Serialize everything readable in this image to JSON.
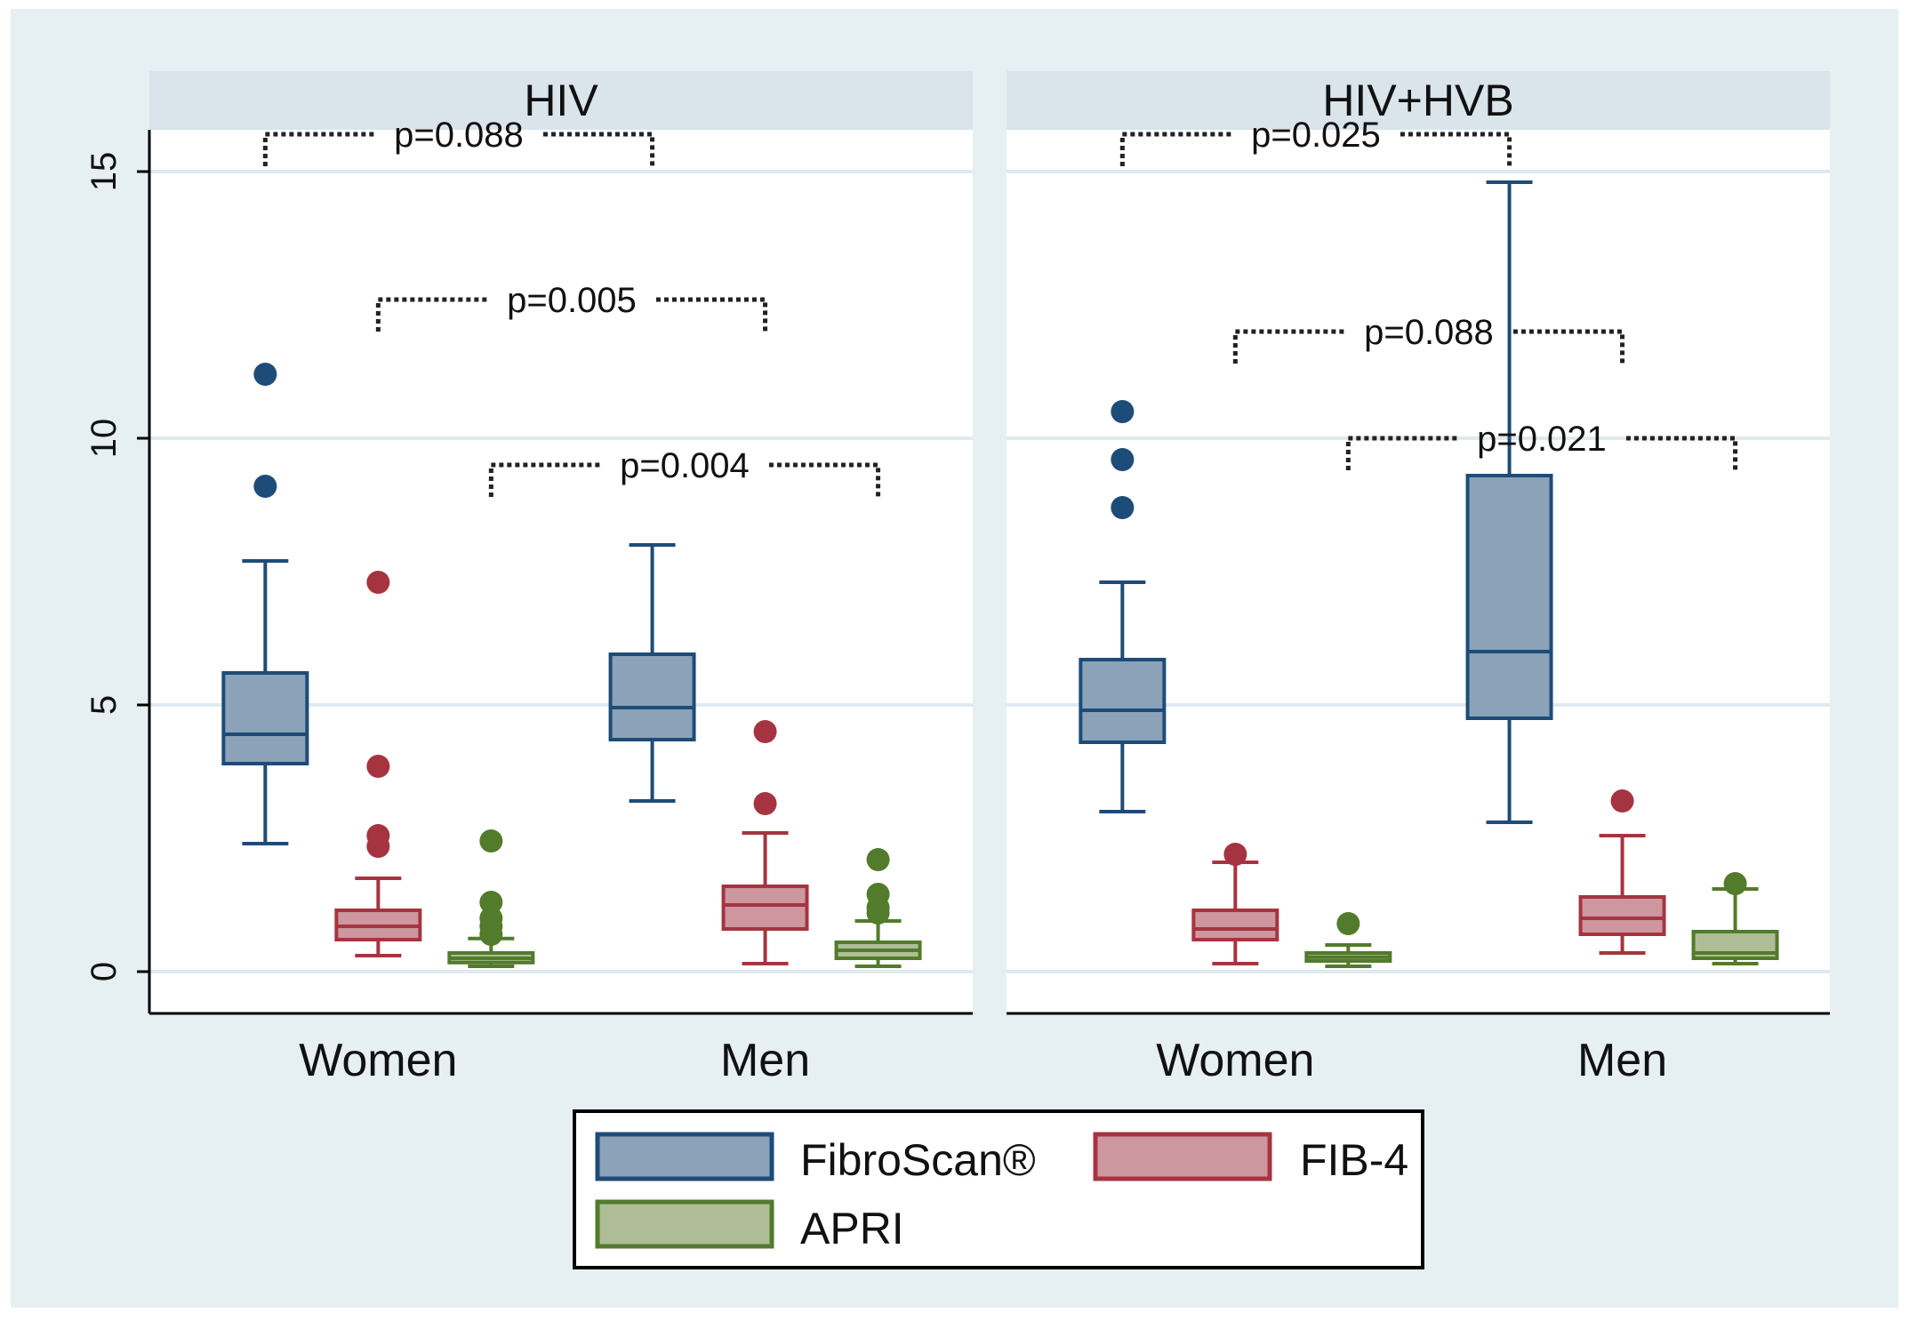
{
  "colors": {
    "outer_bg": "#e6eff2",
    "plot_bg": "#ffffff",
    "strip_bg": "#d9e4eb",
    "grid": "#dfeaef",
    "axis": "#000000",
    "text": "#111111",
    "FibroScan": {
      "fill": "#8ca2b9",
      "stroke": "#1d4c78"
    },
    "FIB-4": {
      "fill": "#cc979e",
      "stroke": "#a63440"
    },
    "APRI": {
      "fill": "#aebd96",
      "stroke": "#527b2b"
    }
  },
  "legend": {
    "items": [
      {
        "key": "FibroScan",
        "label": "FibroScan®"
      },
      {
        "key": "FIB-4",
        "label": "FIB-4"
      },
      {
        "key": "APRI",
        "label": "APRI"
      }
    ]
  },
  "chart_data": {
    "type": "box",
    "y_axis": {
      "ylim": [
        0,
        16
      ],
      "ticks": [
        0,
        5,
        10,
        15
      ],
      "tick_labels": [
        "0",
        "5",
        "10",
        "15"
      ]
    },
    "grid": true,
    "legend_position": "bottom",
    "series_names": [
      "FibroScan",
      "FIB-4",
      "APRI"
    ],
    "panels": [
      {
        "title": "HIV",
        "categories": [
          "Women",
          "Men"
        ],
        "groups": [
          {
            "category": "Women",
            "boxes": [
              {
                "series": "FibroScan",
                "whisker_low": 2.4,
                "q1": 3.9,
                "median": 4.45,
                "q3": 5.6,
                "whisker_high": 7.7,
                "outliers": [
                  9.1,
                  11.2
                ]
              },
              {
                "series": "FIB-4",
                "whisker_low": 0.3,
                "q1": 0.6,
                "median": 0.85,
                "q3": 1.15,
                "whisker_high": 1.75,
                "outliers": [
                  2.35,
                  2.55,
                  3.85,
                  7.3
                ]
              },
              {
                "series": "APRI",
                "whisker_low": 0.1,
                "q1": 0.17,
                "median": 0.25,
                "q3": 0.35,
                "whisker_high": 0.62,
                "outliers": [
                  0.7,
                  0.85,
                  1.0,
                  1.3,
                  2.45
                ]
              }
            ]
          },
          {
            "category": "Men",
            "boxes": [
              {
                "series": "FibroScan",
                "whisker_low": 3.2,
                "q1": 4.35,
                "median": 4.95,
                "q3": 5.95,
                "whisker_high": 8.0,
                "outliers": []
              },
              {
                "series": "FIB-4",
                "whisker_low": 0.15,
                "q1": 0.8,
                "median": 1.25,
                "q3": 1.6,
                "whisker_high": 2.6,
                "outliers": [
                  3.15,
                  4.5
                ]
              },
              {
                "series": "APRI",
                "whisker_low": 0.1,
                "q1": 0.25,
                "median": 0.4,
                "q3": 0.55,
                "whisker_high": 0.95,
                "outliers": [
                  1.1,
                  1.2,
                  1.45,
                  2.1
                ]
              }
            ]
          }
        ],
        "annotations": [
          {
            "text": "p=0.088",
            "y": 15.7,
            "from": {
              "group": 0,
              "series": 0
            },
            "to": {
              "group": 1,
              "series": 0
            }
          },
          {
            "text": "p=0.005",
            "y": 12.6,
            "from": {
              "group": 0,
              "series": 1
            },
            "to": {
              "group": 1,
              "series": 1
            }
          },
          {
            "text": "p=0.004",
            "y": 9.5,
            "from": {
              "group": 0,
              "series": 2
            },
            "to": {
              "group": 1,
              "series": 2
            }
          }
        ]
      },
      {
        "title": "HIV+HVB",
        "categories": [
          "Women",
          "Men"
        ],
        "groups": [
          {
            "category": "Women",
            "boxes": [
              {
                "series": "FibroScan",
                "whisker_low": 3.0,
                "q1": 4.3,
                "median": 4.9,
                "q3": 5.85,
                "whisker_high": 7.3,
                "outliers": [
                  8.7,
                  9.6,
                  10.5
                ]
              },
              {
                "series": "FIB-4",
                "whisker_low": 0.15,
                "q1": 0.6,
                "median": 0.8,
                "q3": 1.15,
                "whisker_high": 2.05,
                "outliers": [
                  2.2
                ]
              },
              {
                "series": "APRI",
                "whisker_low": 0.1,
                "q1": 0.2,
                "median": 0.27,
                "q3": 0.35,
                "whisker_high": 0.5,
                "outliers": [
                  0.9
                ]
              }
            ]
          },
          {
            "category": "Men",
            "boxes": [
              {
                "series": "FibroScan",
                "whisker_low": 2.8,
                "q1": 4.75,
                "median": 6.0,
                "q3": 9.3,
                "whisker_high": 14.8,
                "outliers": []
              },
              {
                "series": "FIB-4",
                "whisker_low": 0.35,
                "q1": 0.7,
                "median": 1.0,
                "q3": 1.4,
                "whisker_high": 2.55,
                "outliers": [
                  3.2
                ]
              },
              {
                "series": "APRI",
                "whisker_low": 0.15,
                "q1": 0.25,
                "median": 0.35,
                "q3": 0.75,
                "whisker_high": 1.55,
                "outliers": [
                  1.65
                ]
              }
            ]
          }
        ],
        "annotations": [
          {
            "text": "p=0.025",
            "y": 15.7,
            "from": {
              "group": 0,
              "series": 0
            },
            "to": {
              "group": 1,
              "series": 0
            }
          },
          {
            "text": "p=0.088",
            "y": 12.0,
            "from": {
              "group": 0,
              "series": 1
            },
            "to": {
              "group": 1,
              "series": 1
            }
          },
          {
            "text": "p=0.021",
            "y": 10.0,
            "from": {
              "group": 0,
              "series": 2
            },
            "to": {
              "group": 1,
              "series": 2
            }
          }
        ]
      }
    ]
  }
}
